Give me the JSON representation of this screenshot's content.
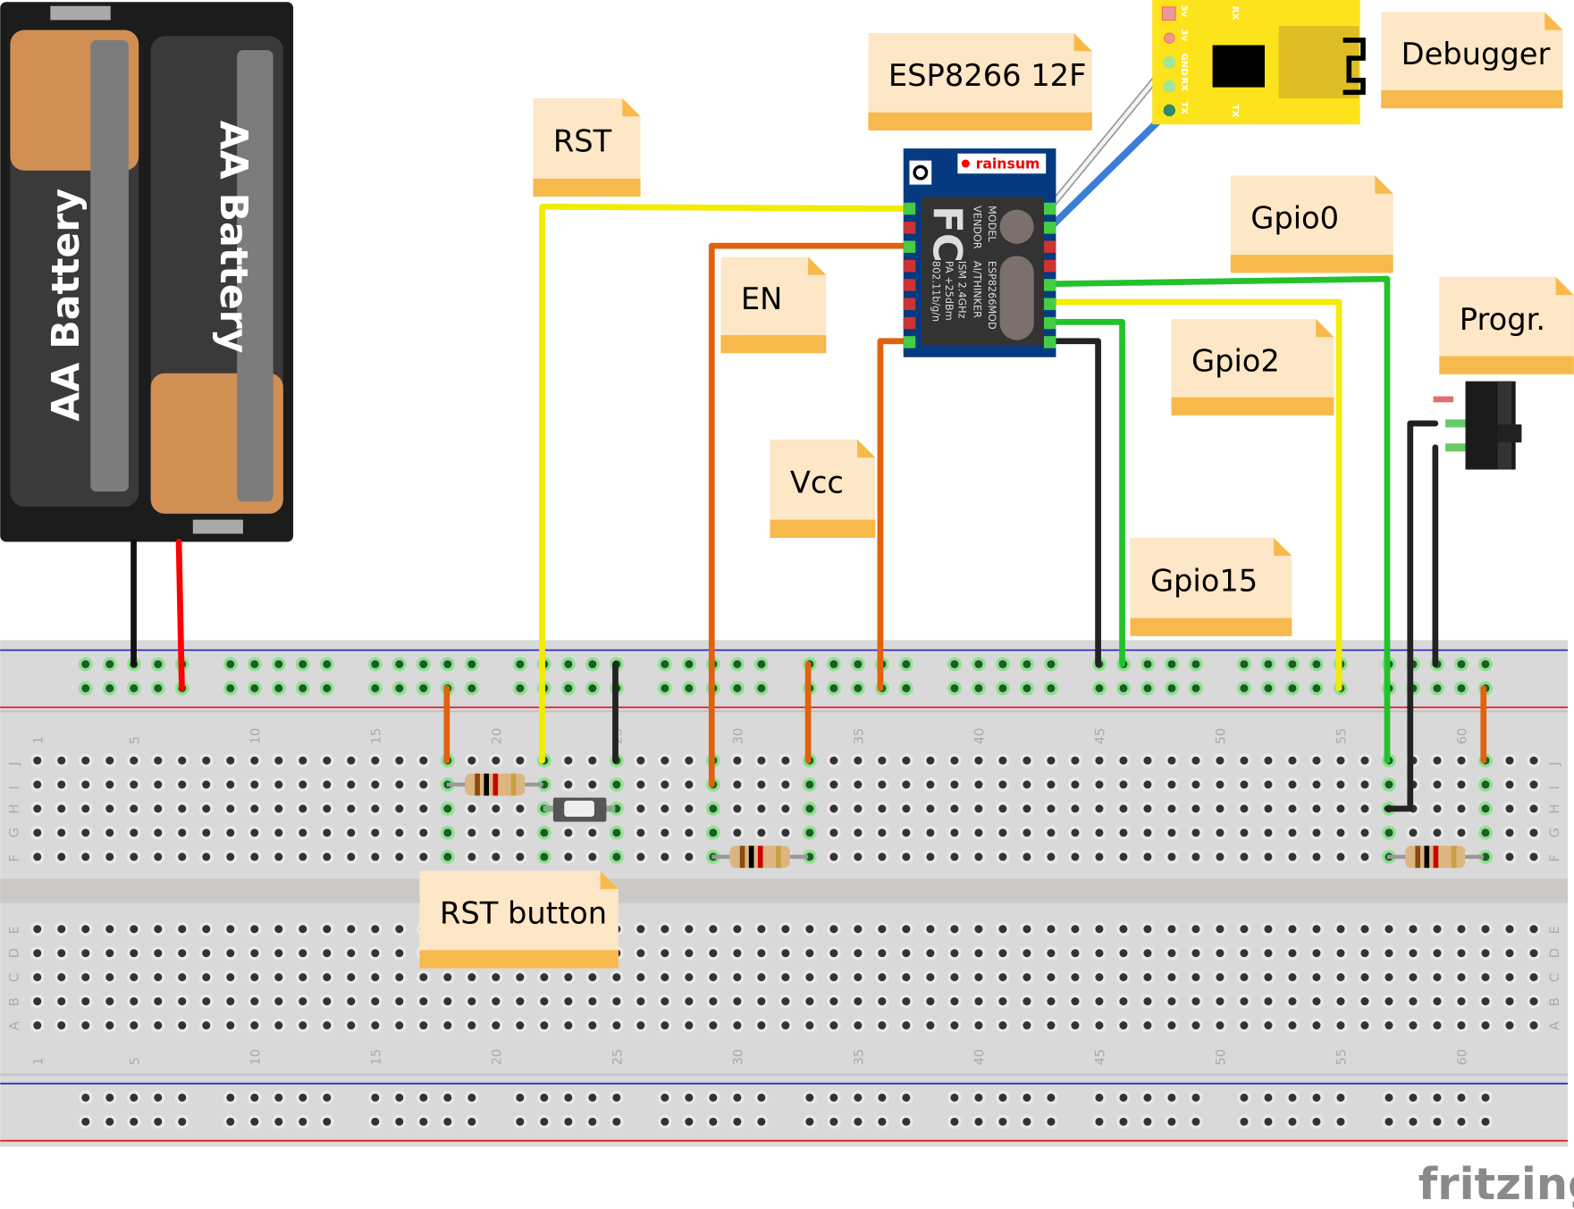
{
  "battery": {
    "cell1_label": "AA Battery",
    "cell2_label": "AA Battery"
  },
  "notes": {
    "rst": "RST",
    "esp": "ESP8266 12F",
    "debugger": "Debugger",
    "en": "EN",
    "gpio0": "Gpio0",
    "gpio2": "Gpio2",
    "progr": "Progr.",
    "vcc": "Vcc",
    "gpio15": "Gpio15",
    "rst_button": "RST button"
  },
  "esp_module": {
    "brand": "rainsum",
    "fcc": "FC",
    "lines": [
      "MODEL",
      "VENDOR",
      "ESP8266MOD",
      "AI/THINKER",
      "ISM 2.4GHz",
      "PA +25dBm",
      "802.11b/g/n"
    ]
  },
  "debugger_board": {
    "pins": [
      "5v",
      "3v",
      "GND",
      "RX",
      "TX"
    ],
    "pads_top": "RX",
    "pads_bottom": "TX"
  },
  "breadboard": {
    "rows_top": [
      "J",
      "I",
      "H",
      "G",
      "F"
    ],
    "rows_bottom": [
      "E",
      "D",
      "C",
      "B",
      "A"
    ],
    "column_numbers": [
      "1",
      "5",
      "10",
      "15",
      "20",
      "25",
      "30",
      "35",
      "40",
      "45",
      "50",
      "55",
      "60"
    ]
  },
  "wire_colors": {
    "yellow": "#f2ec00",
    "orange": "#e0620f",
    "green": "#22c22a",
    "black": "#222222",
    "red": "#ff0000",
    "blue": "#3a7fd5",
    "white": "#f4f4f4"
  },
  "logo": "fritzing"
}
